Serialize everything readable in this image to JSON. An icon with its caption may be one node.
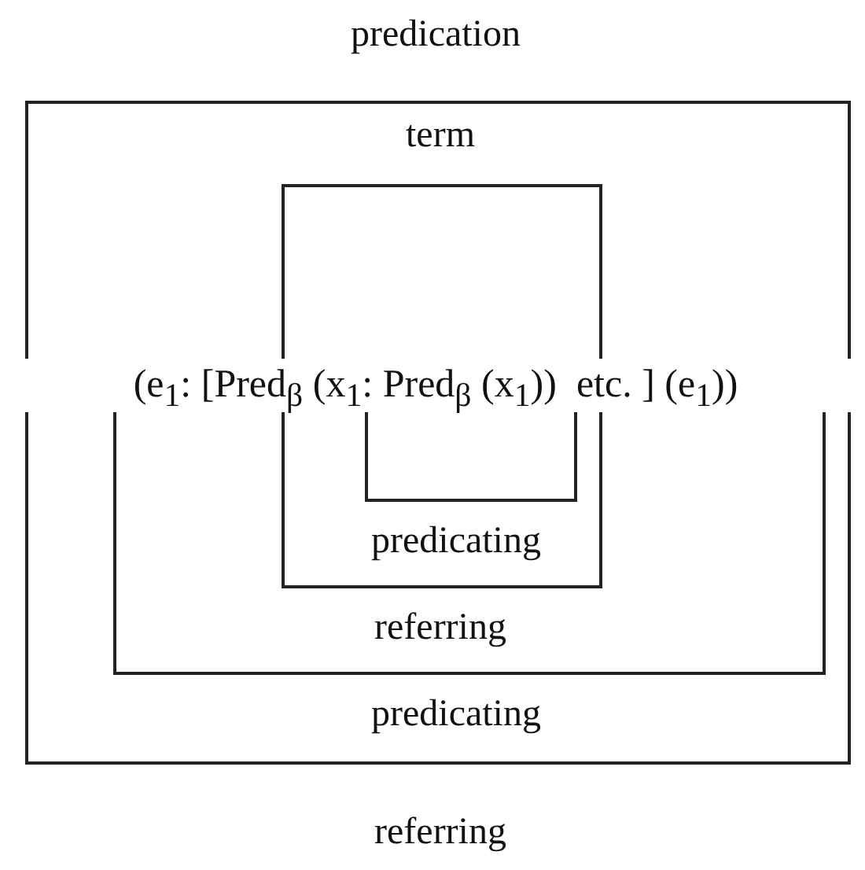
{
  "diagram": {
    "labels": [
      "predication",
      "term",
      "(e$_{1}$: [Pred$_{β}$ (x$_{1}$: Pred$_{β}$ (x$_{1}$))  etc. ] (e$_{1}$))",
      "predicating",
      "referring",
      "predicating",
      "referring"
    ]
  }
}
